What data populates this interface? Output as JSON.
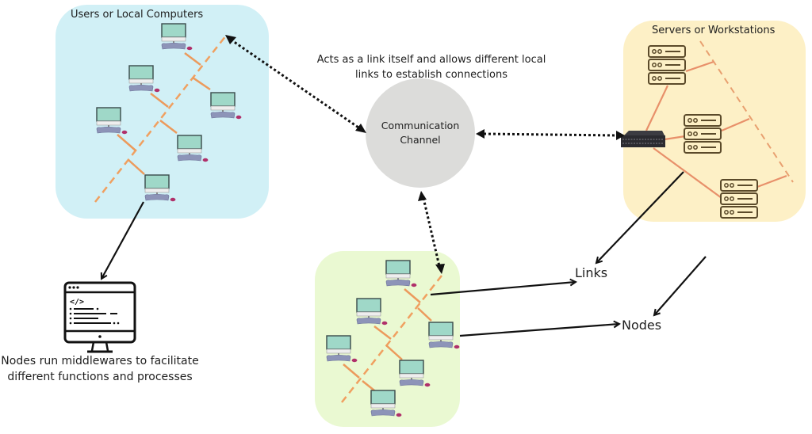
{
  "groups": {
    "users": {
      "title": "Users or Local Computers",
      "color": "#d1f0f6",
      "computer_count": 6
    },
    "servers": {
      "title": "Servers or Workstations",
      "color": "#fdf0c6",
      "server_count": 3,
      "switch": "network-switch"
    },
    "bottom": {
      "title": "",
      "color": "#eaf9d2",
      "computer_count": 6
    }
  },
  "channel": {
    "label_line1": "Communication",
    "label_line2": "Channel",
    "color": "#dcdcda",
    "caption_line1": "Acts as a link itself and allows different local",
    "caption_line2": "links to establish connections"
  },
  "middleware": {
    "icon": "code-monitor-icon",
    "caption_line1": "Nodes run middlewares to facilitate",
    "caption_line2": "different functions and processes"
  },
  "legend": {
    "links_label": "Links",
    "nodes_label": "Nodes"
  },
  "colors": {
    "bus_line": "#f0a060",
    "branch_line": "#ec9a5c",
    "arrow": "#111111",
    "monitor_screen": "#9fd8c8",
    "keyboard": "#8d94b8",
    "mouse": "#b0306a",
    "server_stroke": "#5b4a2a"
  }
}
